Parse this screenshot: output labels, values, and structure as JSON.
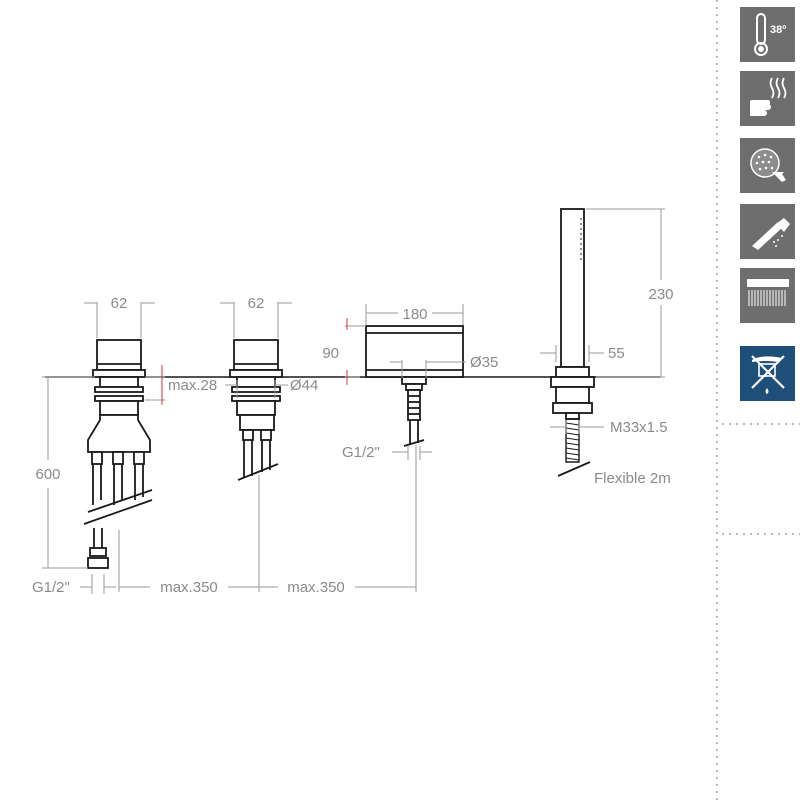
{
  "dimensions": {
    "left_width": "62",
    "mid_width": "62",
    "spout_width": "180",
    "handshower_height": "230",
    "spout_height": "90",
    "spout_bore": "Ø35",
    "handshower_base": "55",
    "max_deck": "max.28",
    "bore_left": "Ø44",
    "total_height": "600",
    "connection_left": "G1/2\"",
    "connection_mid": "G1/2\"",
    "spacing_1": "max.350",
    "spacing_2": "max.350",
    "thread": "M33x1.5",
    "hose": "Flexible 2m"
  },
  "sidebar": {
    "icons": [
      {
        "name": "thermostat-38-icon",
        "label": "38º",
        "color": "#6e6e6e"
      },
      {
        "name": "hand-heat-icon",
        "label": "",
        "color": "#6e6e6e"
      },
      {
        "name": "anti-limescale-icon",
        "label": "",
        "color": "#6e6e6e"
      },
      {
        "name": "handshower-icon",
        "label": "",
        "color": "#6e6e6e"
      },
      {
        "name": "cascade-spout-icon",
        "label": "",
        "color": "#6e6e6e"
      },
      {
        "name": "no-bleach-icon",
        "label": "",
        "color": "#1f4e79"
      }
    ]
  }
}
